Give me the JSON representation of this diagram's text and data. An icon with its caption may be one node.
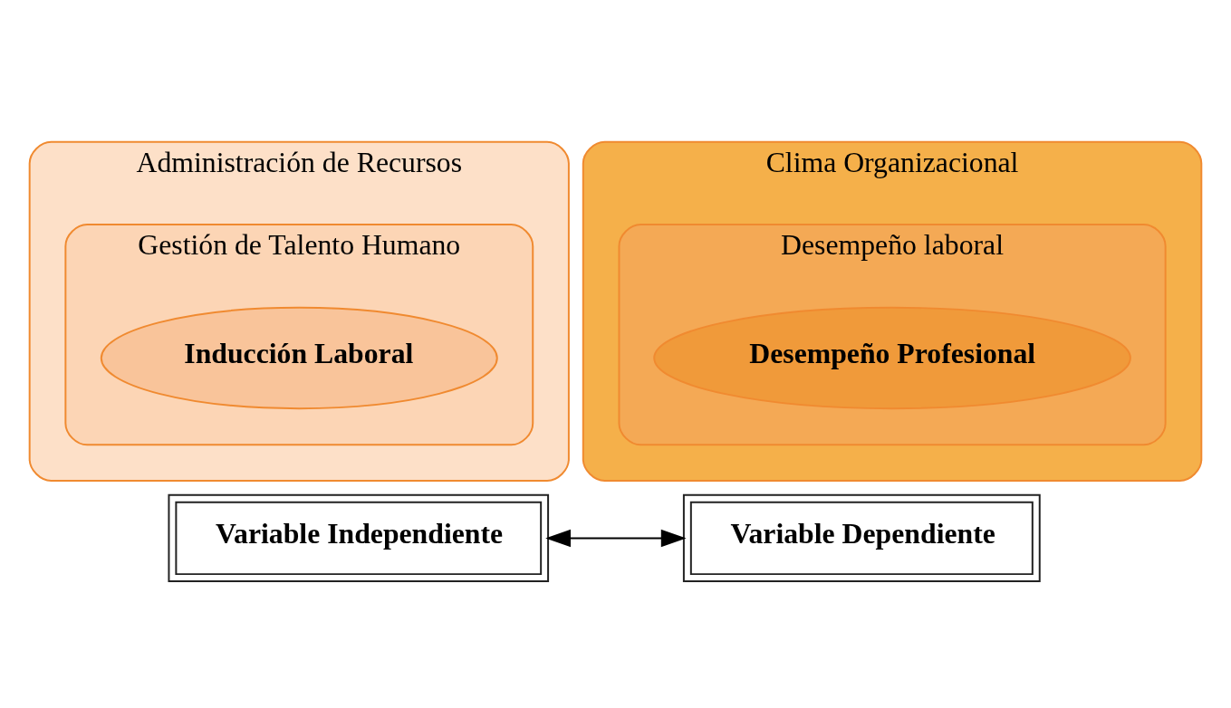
{
  "diagram": {
    "nodes": [
      {
        "text": [
          "Administración de Recursos"
        ]
      },
      {
        "text": [
          "Gestión de Talento Humano"
        ],
        "in": 0
      },
      {
        "text": [
          "Inducción Laboral"
        ],
        "in": 1
      },
      {
        "text": [
          "Clima Organizacional"
        ]
      },
      {
        "text": [
          "Desempeño laboral"
        ],
        "in": 3
      },
      {
        "text": [
          "Desempeño Profesional"
        ],
        "in": 4
      },
      {
        "text": [
          "Variable Independiente"
        ]
      },
      {
        "text": [
          "Variable Dependiente"
        ]
      }
    ],
    "edges": [
      {
        "from": 6,
        "to": 7,
        "arrow": "both"
      }
    ]
  }
}
